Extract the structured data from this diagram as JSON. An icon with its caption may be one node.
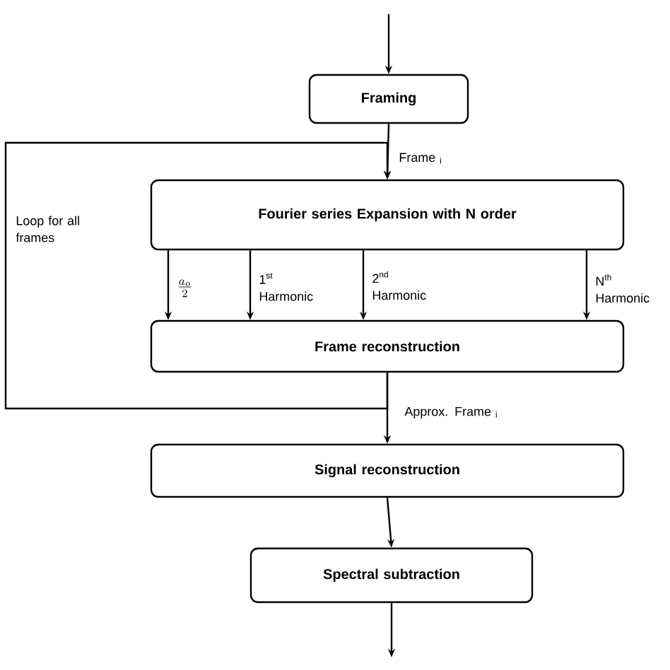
{
  "diagram": {
    "nodes": [
      {
        "text": [
          "Framing"
        ]
      },
      {
        "text": [
          "Fourier series Expansion with N order"
        ]
      },
      {
        "text": [
          "Frame reconstruction"
        ]
      },
      {
        "text": [
          "Signal reconstruction"
        ]
      },
      {
        "text": [
          "Spectral subtraction"
        ]
      }
    ],
    "edges": [
      {
        "from": null,
        "to": 0,
        "arrow": "to"
      },
      {
        "from": 0,
        "to": 1,
        "arrow": "to",
        "label": "Frame $_{i}$"
      },
      {
        "from": 1,
        "to": 2,
        "arrow": "to",
        "label": "\\frac{a_o}{2}"
      },
      {
        "from": 1,
        "to": 2,
        "arrow": "to",
        "label": "1$^{st}$ Harmonic"
      },
      {
        "from": 1,
        "to": 2,
        "arrow": "to",
        "label": "2$^{nd}$ Harmonic"
      },
      {
        "from": 1,
        "to": 2,
        "arrow": "to",
        "label": "N$^{th}$ Harmonic"
      },
      {
        "from": 2,
        "to": 3,
        "arrow": "to",
        "label": "Approx. Frame $_{i}$"
      },
      {
        "from": 2,
        "to": 1,
        "arrow": "to",
        "label": "Loop for all frames"
      },
      {
        "from": 3,
        "to": 4,
        "arrow": "to"
      },
      {
        "from": 4,
        "to": null,
        "arrow": "to"
      }
    ]
  }
}
